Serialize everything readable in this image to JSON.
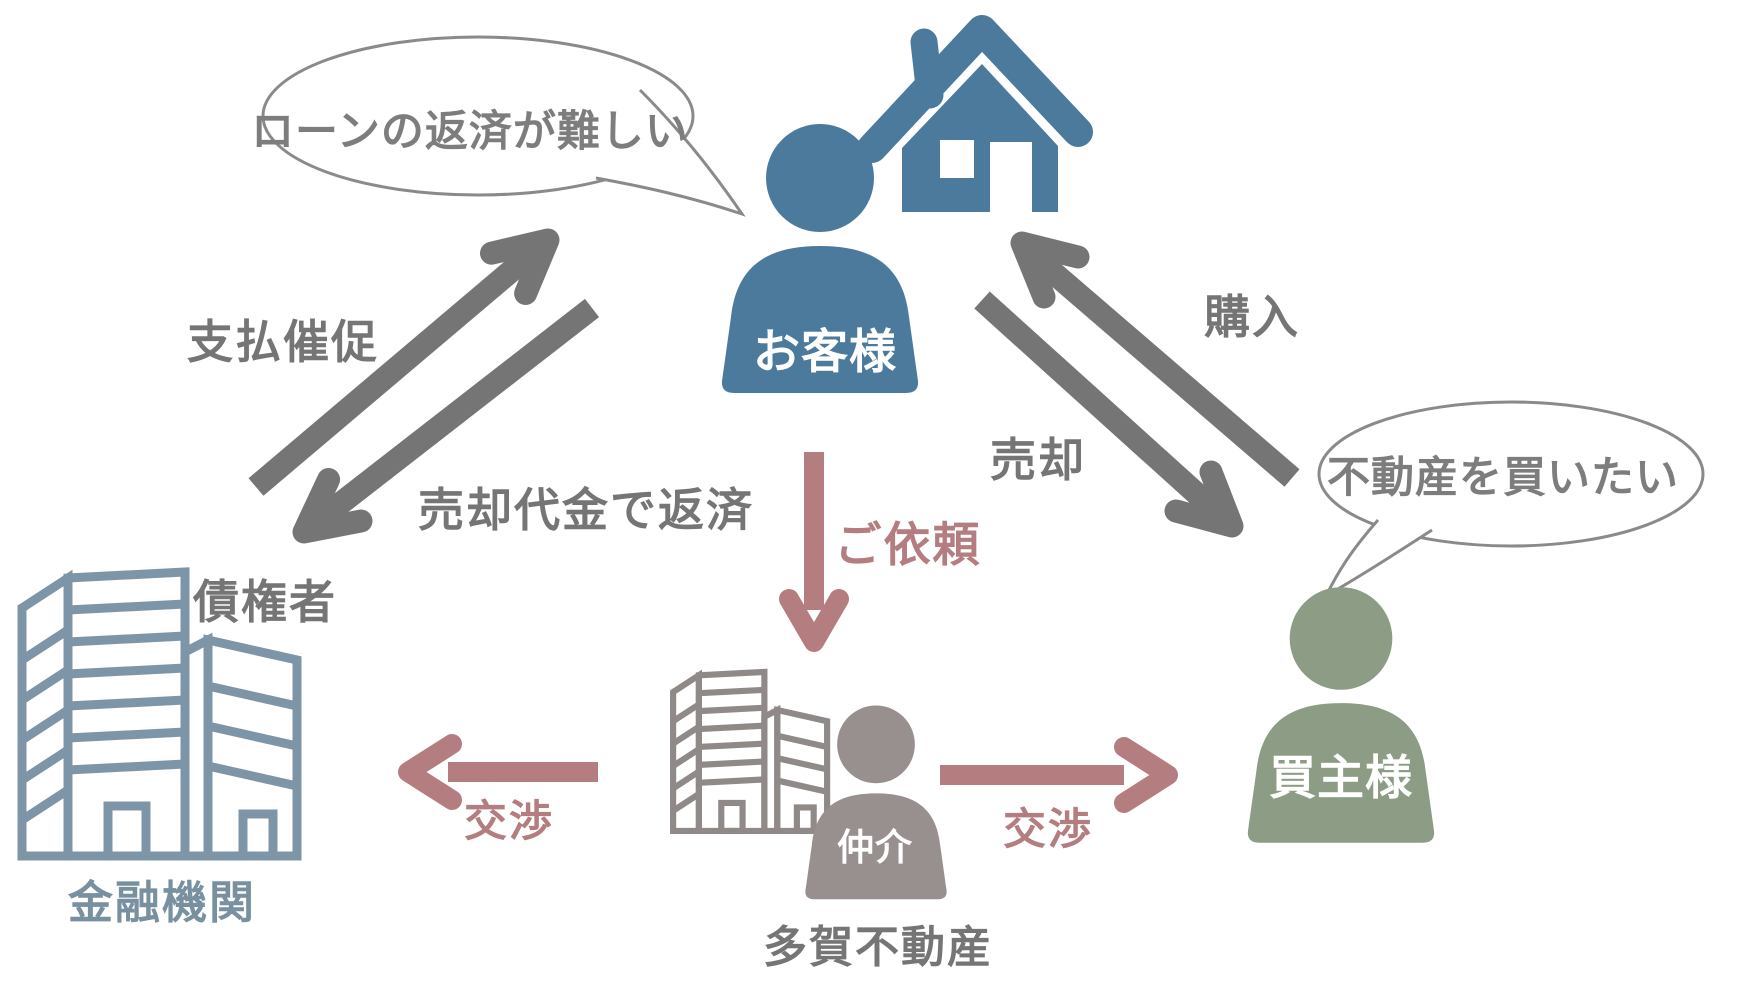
{
  "figure": {
    "type": "relationship-diagram",
    "bubbles": {
      "customer": "ローンの返済が難しい",
      "buyer": "不動産を買いたい"
    },
    "nodes": {
      "customer": {
        "label": "お客様"
      },
      "creditor": {
        "title": "債権者",
        "label": "金融機関"
      },
      "agent": {
        "badge": "仲介",
        "label": "多賀不動産"
      },
      "buyer": {
        "label": "買主様"
      }
    },
    "arrows": {
      "payment_demand": "支払催促",
      "repay_with_proceeds": "売却代金で返済",
      "request": "ご依頼",
      "sell": "売却",
      "buy": "購入",
      "negotiate_left": "交渉",
      "negotiate_right": "交渉"
    },
    "colors": {
      "primary_blue": "#4C7A9C",
      "bank_slate": "#7E95A8",
      "arrow_gray": "#757575",
      "accent_pink": "#B47E80",
      "buyer_green": "#8C9C85",
      "agent_gray": "#97908E"
    }
  }
}
